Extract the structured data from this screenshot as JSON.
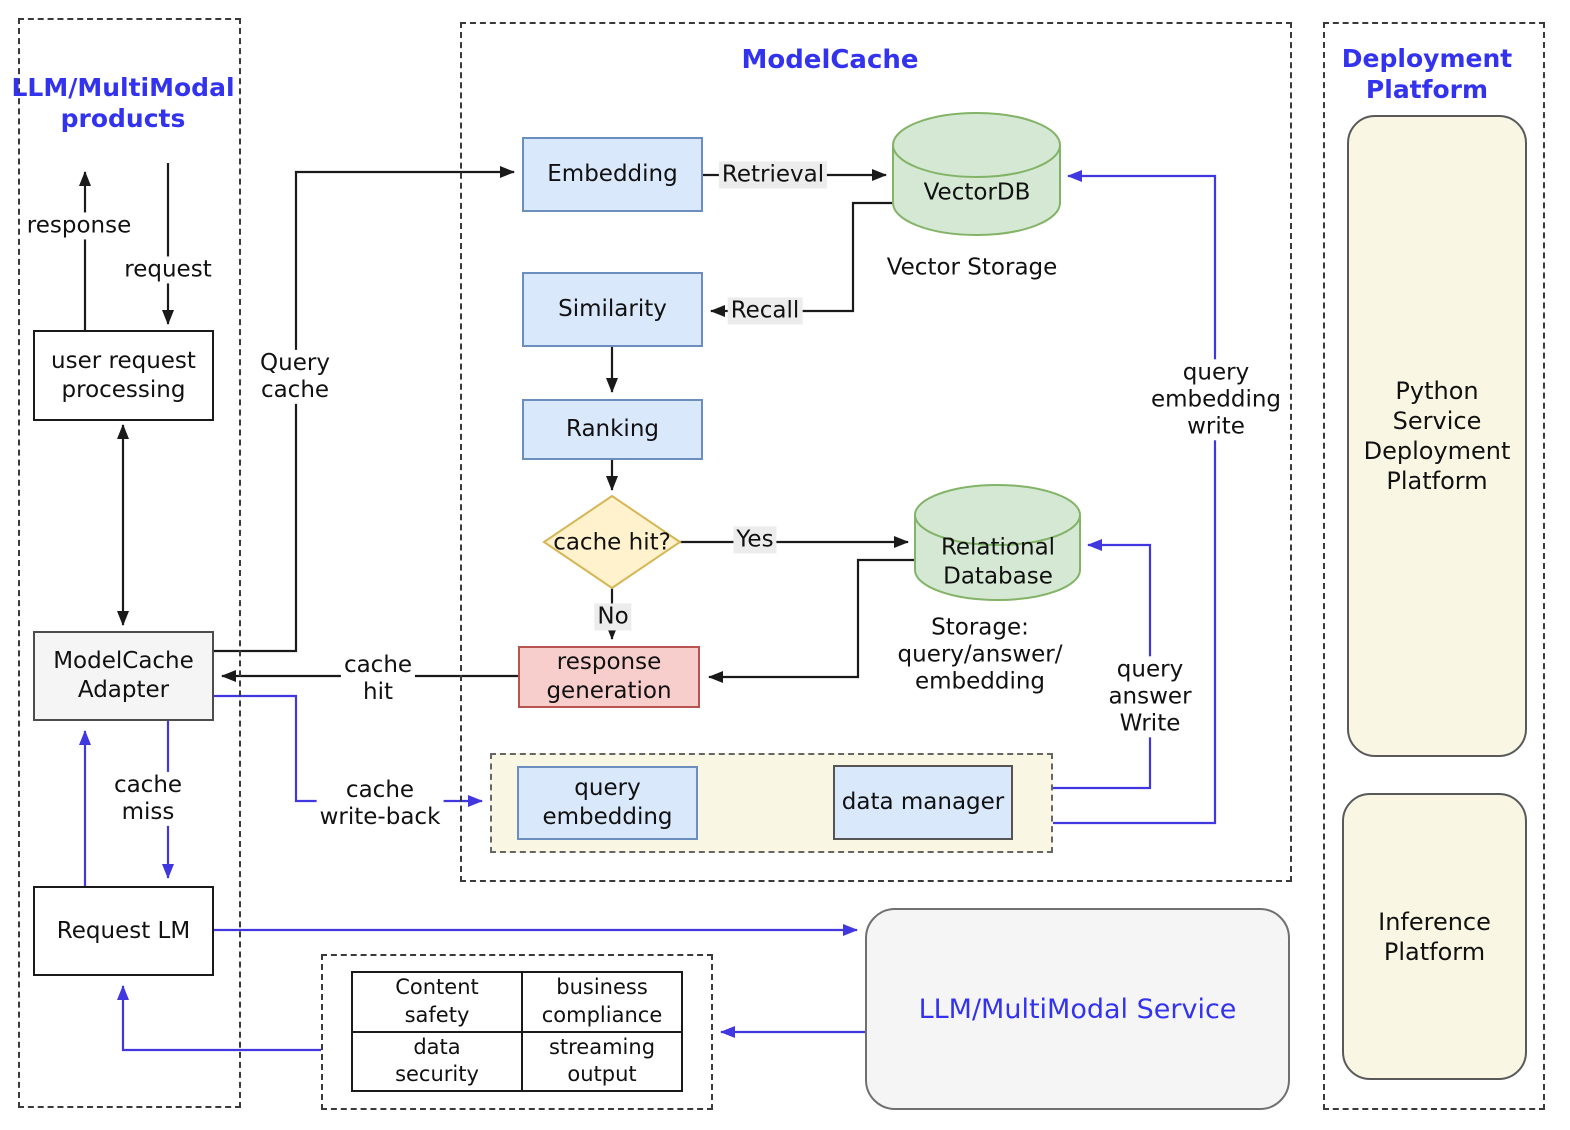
{
  "colors": {
    "accent_blue": "#3333ee",
    "arrow_blue": "#4137e1",
    "arrow_black": "#1a1a1a",
    "process_box_fill": "#dae8fc",
    "process_box_border": "#6c8ebf",
    "database_fill": "#d5e8d4",
    "database_border": "#82b366",
    "decision_fill": "#fff2cc",
    "decision_border": "#d6b656",
    "response_fill": "#f8cecc",
    "response_border": "#b85450",
    "cream_fill": "#faf6e4",
    "gray_fill": "#f5f5f5",
    "edge_label_bg": "#ececec"
  },
  "left_panel": {
    "title": "LLM/MultiModal\nproducts",
    "response_label": "response",
    "request_label": "request",
    "user_request_processing": "user request\nprocessing",
    "modelcache_adapter": "ModelCache\nAdapter",
    "cache_miss_label": "cache\nmiss",
    "request_lm": "Request LM"
  },
  "modelcache_panel": {
    "title": "ModelCache",
    "query_cache_label": "Query\ncache",
    "embedding": "Embedding",
    "retrieval_label": "Retrieval",
    "vectordb": "VectorDB",
    "vector_storage_label": "Vector Storage",
    "similarity": "Similarity",
    "recall_label": "Recall",
    "ranking": "Ranking",
    "cache_hit_question": "cache hit?",
    "yes_label": "Yes",
    "no_label": "No",
    "response_generation": "response\ngeneration",
    "relational_database": "Relational\nDatabase",
    "storage_label": "Storage:\nquery/answer/\nembedding",
    "query_answer_write_label": "query\nanswer\nWrite",
    "query_embedding_write_label": "query\nembedding\nwrite",
    "cache_hit_label": "cache\nhit",
    "cache_write_back_label": "cache\nwrite-back",
    "query_embedding": "query\nembedding",
    "data_manager": "data manager"
  },
  "deployment_panel": {
    "title": "Deployment\nPlatform",
    "python_service": "Python Service\nDeployment\nPlatform",
    "inference": "Inference\nPlatform"
  },
  "bottom": {
    "service": "LLM/MultiModal Service",
    "table": {
      "cells": [
        "Content\nsafety",
        "business\ncompliance",
        "data\nsecurity",
        "streaming\noutput"
      ]
    }
  }
}
